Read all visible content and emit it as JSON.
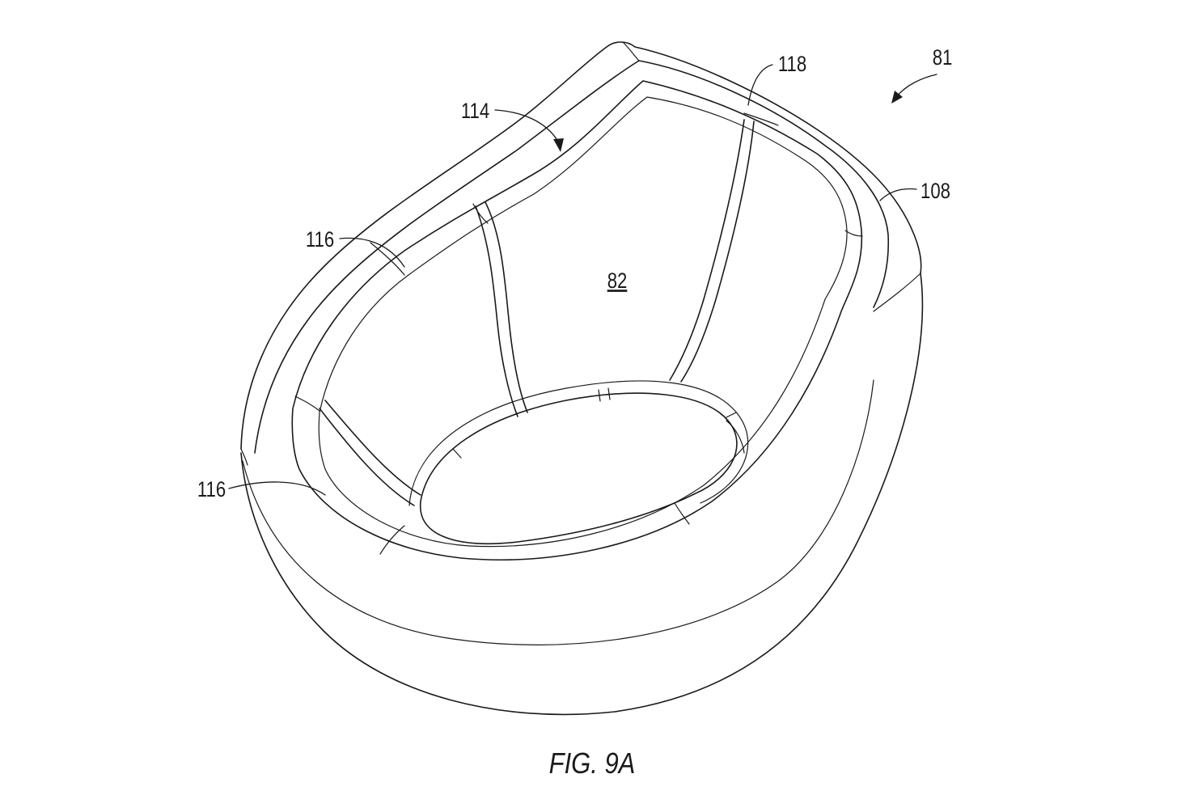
{
  "figure": {
    "caption": "FIG. 9A",
    "labels": {
      "assembly": "81",
      "interior": "82",
      "outer_wall": "108",
      "rim_channel": "114",
      "rim_segment_left": "116",
      "rim_segment_lower": "116",
      "seam": "118"
    }
  }
}
